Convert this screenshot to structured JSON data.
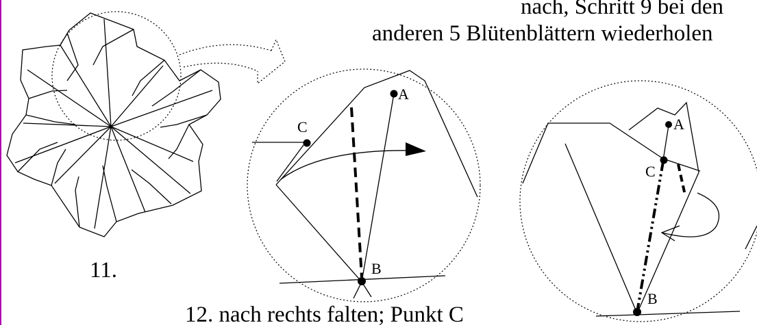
{
  "texts": {
    "header_line1": "nach, Schritt 9 bei den",
    "header_line2": "anderen 5 Blütenblättern wiederholen",
    "step11": "11.",
    "step12": "12. nach rechts falten; Punkt C"
  },
  "points": {
    "a": "A",
    "b": "B",
    "c": "C"
  },
  "colors": {
    "ink": "#000000",
    "page_border": "#b000b0"
  }
}
